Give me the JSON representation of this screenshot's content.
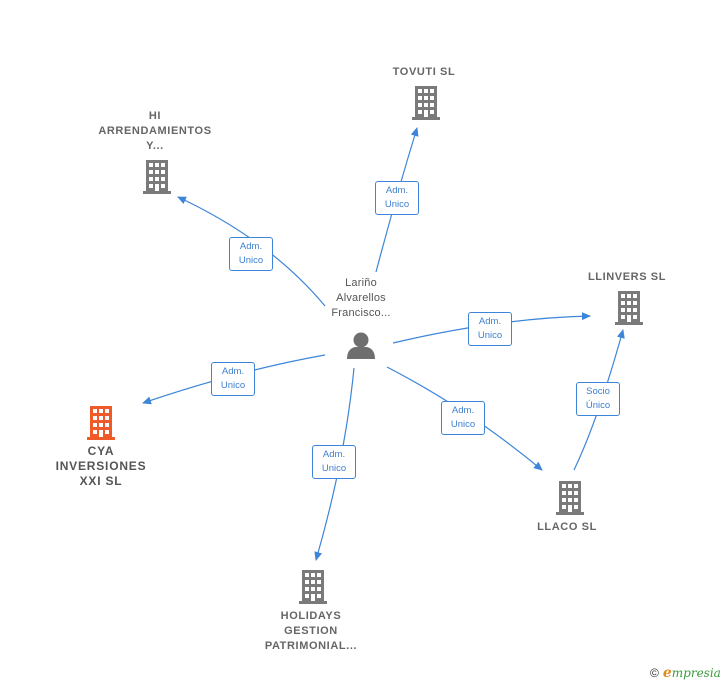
{
  "colors": {
    "edge": "#3d85d8",
    "company_icon": "#7a7a7a",
    "highlight_icon": "#f05a28",
    "person_icon": "#6e6e6e"
  },
  "center_person": {
    "lines": [
      "Lariño",
      "Alvarellos",
      "Francisco..."
    ],
    "icon": "person-icon"
  },
  "companies": [
    {
      "id": "tovuti",
      "lines": [
        "TOVUTI  SL"
      ],
      "icon": "building-icon"
    },
    {
      "id": "hi_arrendamientos",
      "lines": [
        "HI",
        "ARRENDAMIENTOS",
        "Y..."
      ],
      "icon": "building-icon"
    },
    {
      "id": "llinvers",
      "lines": [
        "LLINVERS  SL"
      ],
      "icon": "building-icon"
    },
    {
      "id": "cya",
      "lines": [
        "CYA",
        "INVERSIONES",
        "XXI  SL"
      ],
      "icon": "building-icon",
      "highlighted": true
    },
    {
      "id": "llaco",
      "lines": [
        "LLACO SL"
      ],
      "icon": "building-icon"
    },
    {
      "id": "holidays",
      "lines": [
        "HOLIDAYS",
        "GESTION",
        "PATRIMONIAL..."
      ],
      "icon": "building-icon"
    }
  ],
  "edges": [
    {
      "from": "person",
      "to": "tovuti",
      "label": [
        "Adm.",
        "Unico"
      ]
    },
    {
      "from": "person",
      "to": "hi_arrendamientos",
      "label": [
        "Adm.",
        "Unico"
      ]
    },
    {
      "from": "person",
      "to": "llinvers",
      "label": [
        "Adm.",
        "Unico"
      ]
    },
    {
      "from": "person",
      "to": "cya",
      "label": [
        "Adm.",
        "Unico"
      ]
    },
    {
      "from": "person",
      "to": "llaco",
      "label": [
        "Adm.",
        "Unico"
      ]
    },
    {
      "from": "person",
      "to": "holidays",
      "label": [
        "Adm.",
        "Unico"
      ]
    },
    {
      "from": "llaco",
      "to": "llinvers",
      "label": [
        "Socio",
        "Único"
      ]
    }
  ],
  "footer": {
    "copyright_symbol": "©",
    "brand_initial": "e",
    "brand_rest": "mpresia"
  }
}
